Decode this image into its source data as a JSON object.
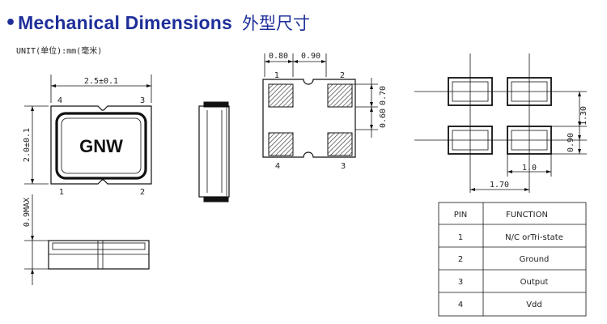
{
  "header": {
    "bullet": "•",
    "title_en": "Mechanical Dimensions",
    "title_cn": "外型尺寸",
    "unit": "UNIT(单位):mm(毫米)"
  },
  "package": {
    "brand": "GNW",
    "width_label": "2.5±0.1",
    "height_label": "2.0±0.1",
    "thickness_label": "0.9MAX",
    "pins": {
      "p1": "1",
      "p2": "2",
      "p3": "3",
      "p4": "4"
    }
  },
  "bottom_view": {
    "dim_pad_width": "0.80",
    "dim_pad_gap": "0.90",
    "dim_pad_height": "0.70",
    "dim_pad_vgap": "0.60",
    "pins": {
      "p1": "1",
      "p2": "2",
      "p3": "3",
      "p4": "4"
    }
  },
  "land_pattern": {
    "dim_vertical_pitch": "1.30",
    "dim_pad_height": "0.90",
    "dim_pad_width": "1.0",
    "dim_horizontal_pitch": "1.70"
  },
  "pin_table": {
    "headers": [
      "PIN",
      "FUNCTION"
    ],
    "rows": [
      {
        "pin": "1",
        "function": "N/C orTri-state"
      },
      {
        "pin": "2",
        "function": "Ground"
      },
      {
        "pin": "3",
        "function": "Output"
      },
      {
        "pin": "4",
        "function": "Vdd"
      }
    ]
  }
}
